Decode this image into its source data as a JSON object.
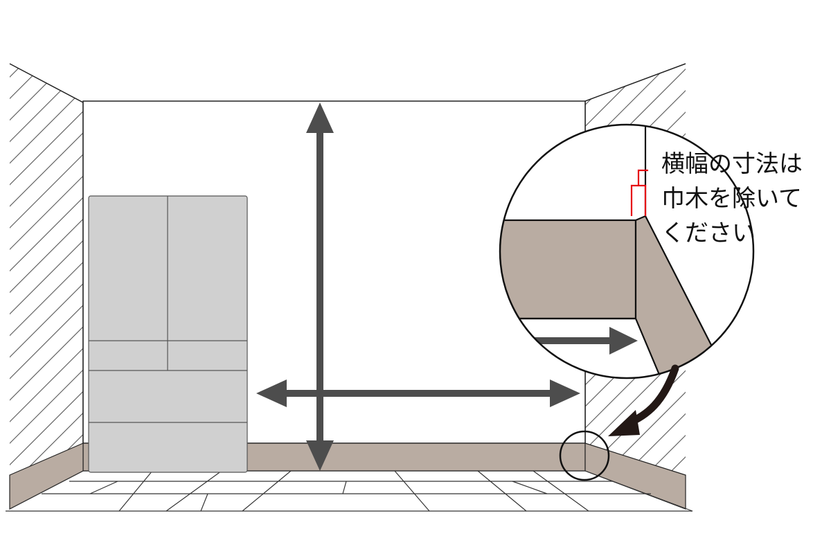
{
  "callout": {
    "lines": [
      "横幅の寸法は",
      "巾木を除いて",
      "ください"
    ]
  },
  "colors": {
    "baseboard": "#b9aca2",
    "refrigerator": "#d0d0d0",
    "arrow": "#4d4d4d",
    "pointer_arrow": "#231815",
    "hatch": "#555555",
    "dimension_mark": "#e60012"
  },
  "icons": {
    "height_arrow": "vertical-double-arrow-icon",
    "width_arrow": "horizontal-double-arrow-icon",
    "pointer": "curved-pointer-arrow-icon"
  }
}
